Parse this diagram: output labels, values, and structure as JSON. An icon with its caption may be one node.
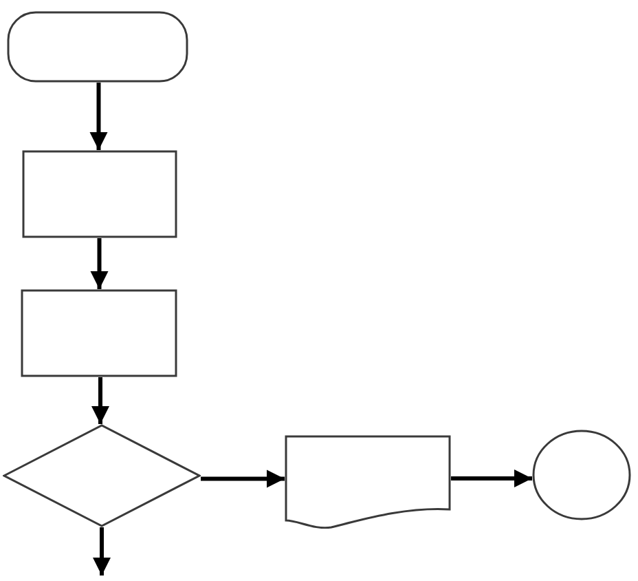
{
  "diagram": {
    "nodes": [
      {
        "text": [],
        "shape": "pill"
      },
      {
        "text": [],
        "shape": "box"
      },
      {
        "text": [],
        "shape": "box"
      },
      {
        "text": [],
        "shape": "diamond"
      },
      {
        "text": [],
        "shape": "document"
      },
      {
        "text": [],
        "shape": "circle"
      }
    ],
    "edges": [
      {
        "from": 0,
        "to": 1,
        "arrow": "to"
      },
      {
        "from": 1,
        "to": 2,
        "arrow": "to"
      },
      {
        "from": 2,
        "to": 3,
        "arrow": "to"
      },
      {
        "from": 3,
        "to": 4,
        "arrow": "to"
      },
      {
        "from": 4,
        "to": 5,
        "arrow": "to"
      },
      {
        "from": 3,
        "to": null,
        "arrow": "to"
      }
    ]
  }
}
